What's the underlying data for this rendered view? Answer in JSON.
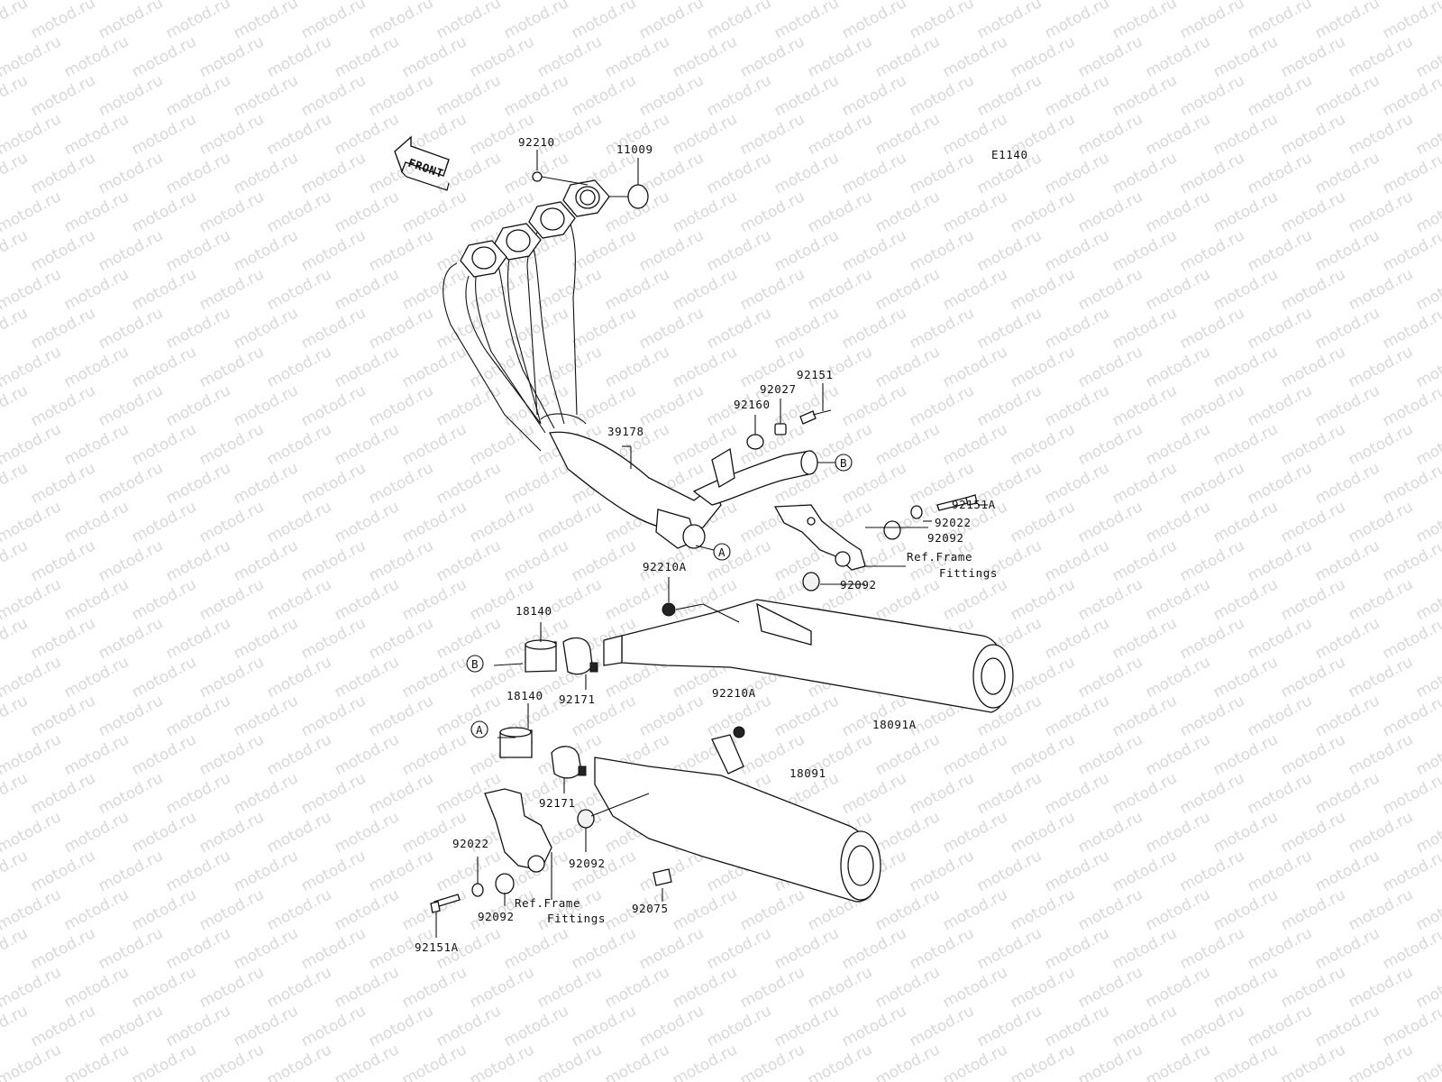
{
  "diagram": {
    "code": "E1140",
    "front_label": "FRONT",
    "watermark": "motod.ru",
    "ref_labels": [
      [
        "Ref.Frame",
        "Fittings"
      ],
      [
        "Ref.Frame",
        "Fittings"
      ]
    ],
    "markers": {
      "a": "A",
      "b": "B"
    },
    "part_labels": [
      "92210",
      "11009",
      "92151",
      "92027",
      "92160",
      "39178",
      "92151A",
      "92022",
      "92092",
      "92092",
      "92210A",
      "18140",
      "92171",
      "18091A",
      "18140",
      "92210A",
      "92171",
      "18091",
      "92092",
      "92022",
      "92092",
      "92075",
      "92151A"
    ]
  }
}
